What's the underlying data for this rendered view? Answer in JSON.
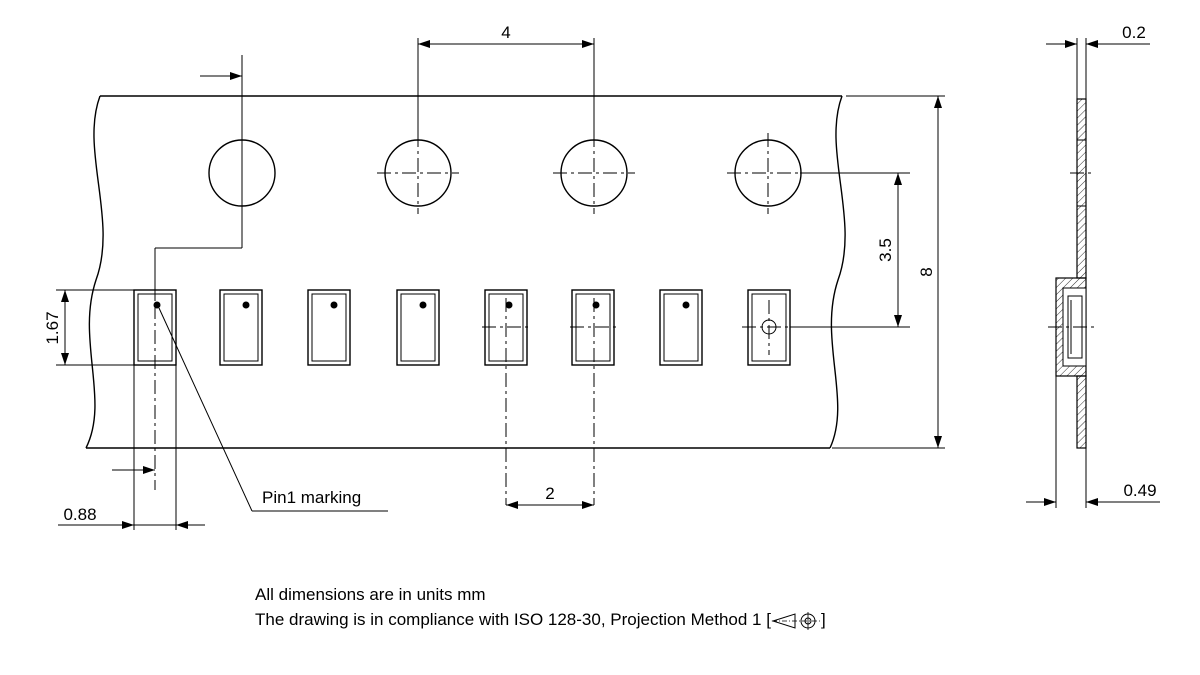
{
  "dimensions": {
    "hole_pitch": "4",
    "hole_to_pocket": "3.5",
    "tape_width": "8",
    "pocket_length": "1.67",
    "pocket_width": "0.88",
    "pocket_pitch": "2",
    "tape_thickness": "0.2",
    "total_thickness": "0.49"
  },
  "labels": {
    "pin1": "Pin1 marking"
  },
  "notes": {
    "units": "All dimensions are in units mm",
    "compliance_prefix": "The drawing is in compliance with ISO 128-30, Projection Method 1 [",
    "compliance_suffix": "]"
  }
}
